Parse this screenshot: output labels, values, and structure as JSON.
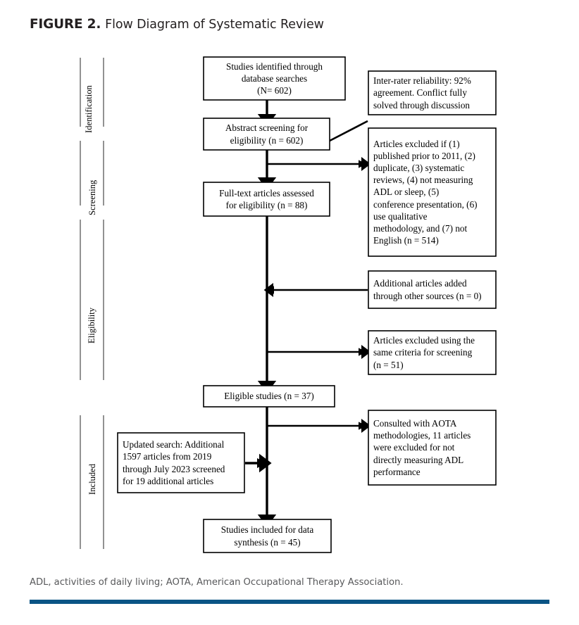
{
  "header": {
    "figure_label": "FIGURE 2.",
    "title": "Flow Diagram of Systematic Review"
  },
  "colors": {
    "rule": "#0a5485",
    "text": "#231f20",
    "footnote": "#58595b",
    "box_border": "#000000",
    "box_fill": "#ffffff"
  },
  "stages": [
    {
      "id": "identification",
      "label": "Identification"
    },
    {
      "id": "screening",
      "label": "Screening"
    },
    {
      "id": "eligibility",
      "label": "Eligibility"
    },
    {
      "id": "included",
      "label": "Included"
    }
  ],
  "boxes": {
    "identified": {
      "lines": [
        "Studies identified through",
        "database searches",
        "(N= 602)"
      ]
    },
    "abstract_screening": {
      "lines": [
        "Abstract screening for",
        "eligibility (n = 602)"
      ]
    },
    "fulltext_assessed": {
      "lines": [
        "Full-text articles assessed",
        "for eligibility (n = 88)"
      ]
    },
    "eligible_studies": {
      "lines": [
        "Eligible studies (n = 37)"
      ]
    },
    "included_synthesis": {
      "lines": [
        "Studies included for data",
        "synthesis (n = 45)"
      ]
    },
    "inter_rater": {
      "lines": [
        "Inter-rater reliability: 92%",
        "agreement. Conflict fully",
        "solved through discussion"
      ]
    },
    "excluded_criteria": {
      "lines": [
        "Articles excluded if (1)",
        "published prior to 2011, (2)",
        "duplicate, (3) systematic",
        "reviews, (4) not measuring",
        "ADL or sleep, (5)",
        "conference presentation, (6)",
        "use qualitative",
        "methodology, and (7) not",
        "English (n = 514)"
      ]
    },
    "additional_articles": {
      "lines": [
        "Additional articles added",
        "through other sources (n = 0)"
      ]
    },
    "excluded_same_criteria": {
      "lines": [
        "Articles excluded using the",
        "same criteria for screening",
        "(n = 51)"
      ]
    },
    "updated_search": {
      "lines": [
        "Updated search: Additional",
        "1597 articles from 2019",
        "through July 2023 screened",
        "for 19 additional articles"
      ]
    },
    "consulted_aota": {
      "lines": [
        "Consulted with AOTA",
        "methodologies, 11 articles",
        "were excluded for not",
        "directly measuring ADL",
        "performance"
      ]
    }
  },
  "footnote": {
    "text": "ADL, activities of daily living; AOTA, American Occupational Therapy Association."
  }
}
